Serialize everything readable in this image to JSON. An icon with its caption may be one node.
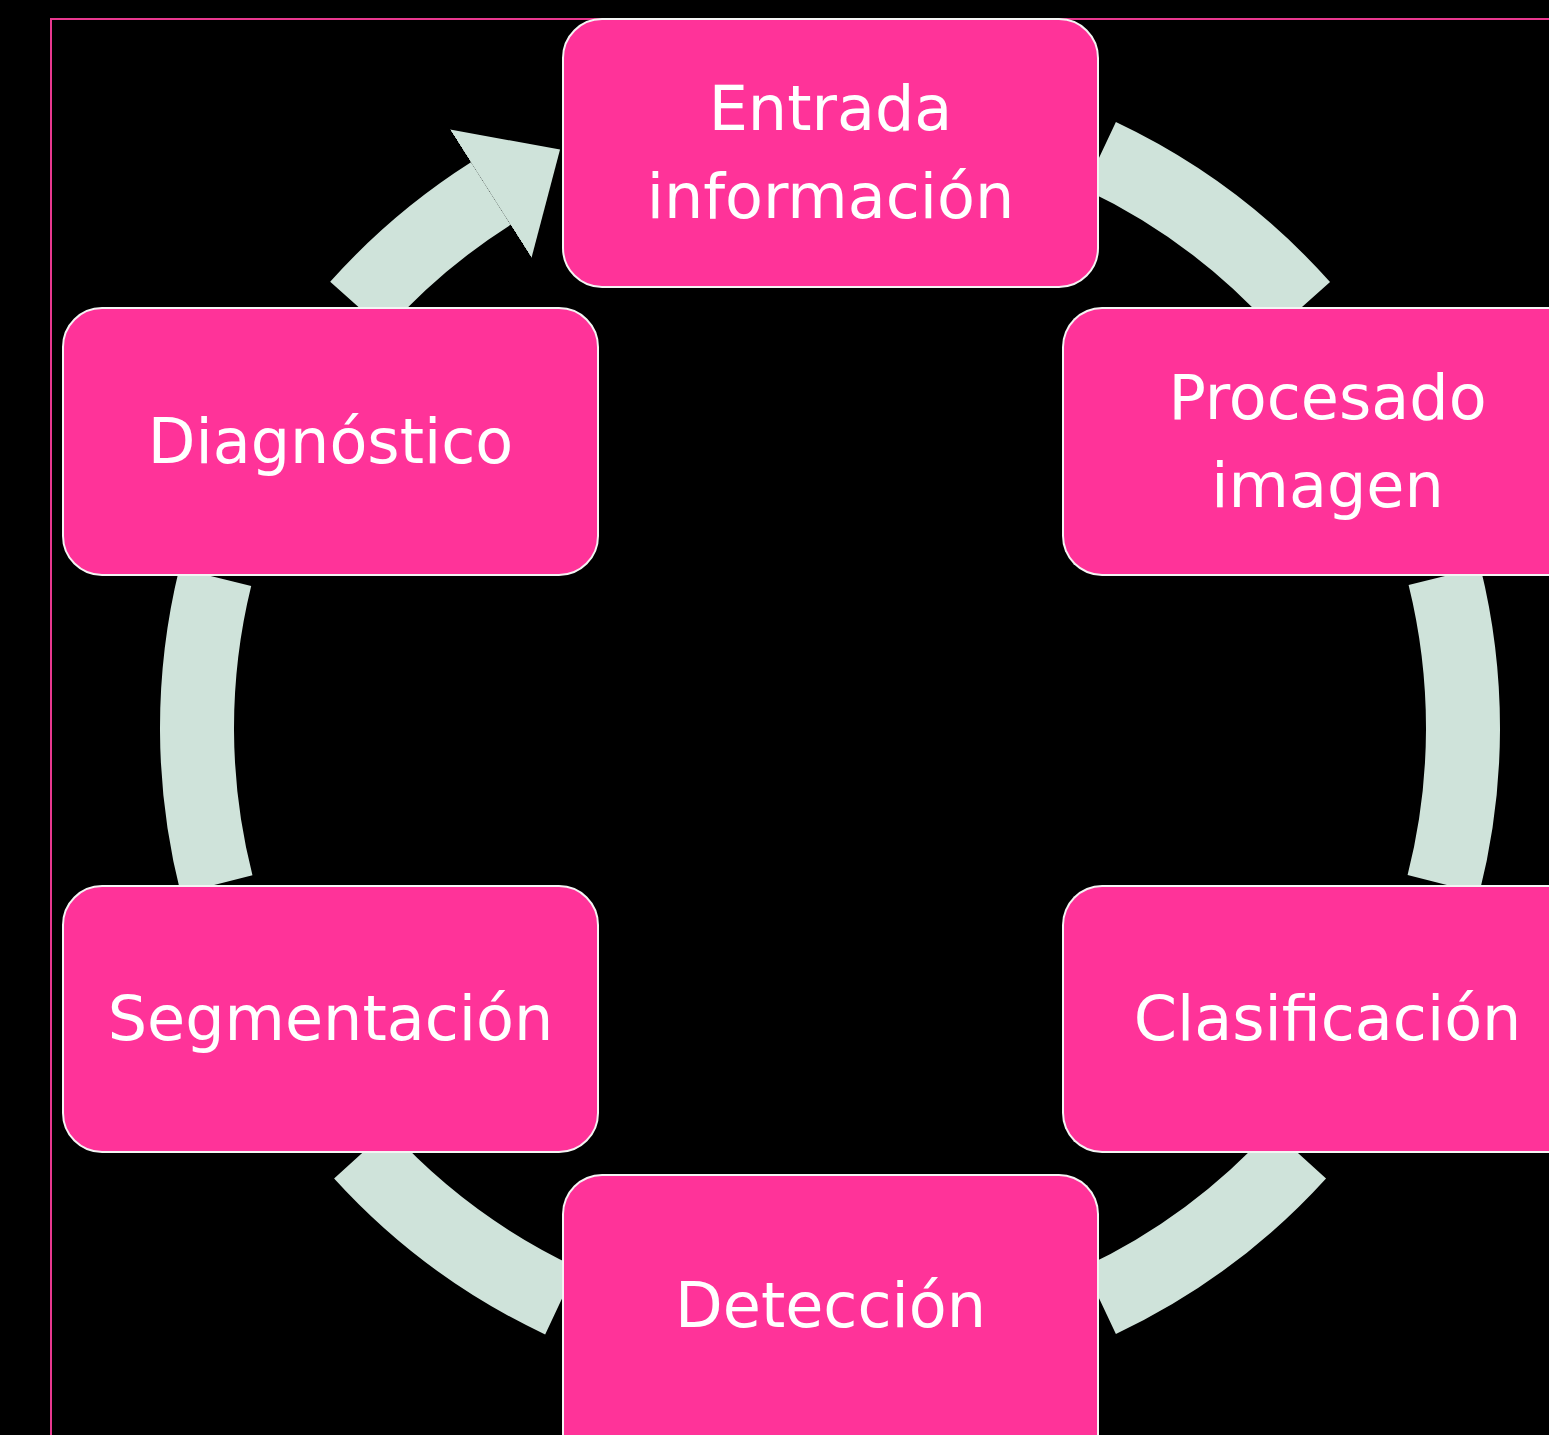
{
  "diagram": {
    "nodes": [
      {
        "text": [
          "Entrada información"
        ]
      },
      {
        "text": [
          "Procesado imagen"
        ]
      },
      {
        "text": [
          "Clasificación"
        ]
      },
      {
        "text": [
          "Detección"
        ]
      },
      {
        "text": [
          "Segmentación"
        ]
      },
      {
        "text": [
          "Diagnóstico"
        ]
      }
    ],
    "edges": [
      {
        "from": 0,
        "to": 1,
        "arrow": "none"
      },
      {
        "from": 1,
        "to": 2,
        "arrow": "none"
      },
      {
        "from": 2,
        "to": 3,
        "arrow": "none"
      },
      {
        "from": 3,
        "to": 4,
        "arrow": "none"
      },
      {
        "from": 4,
        "to": 5,
        "arrow": "none"
      },
      {
        "from": 5,
        "to": 0,
        "arrow": "to"
      }
    ]
  }
}
